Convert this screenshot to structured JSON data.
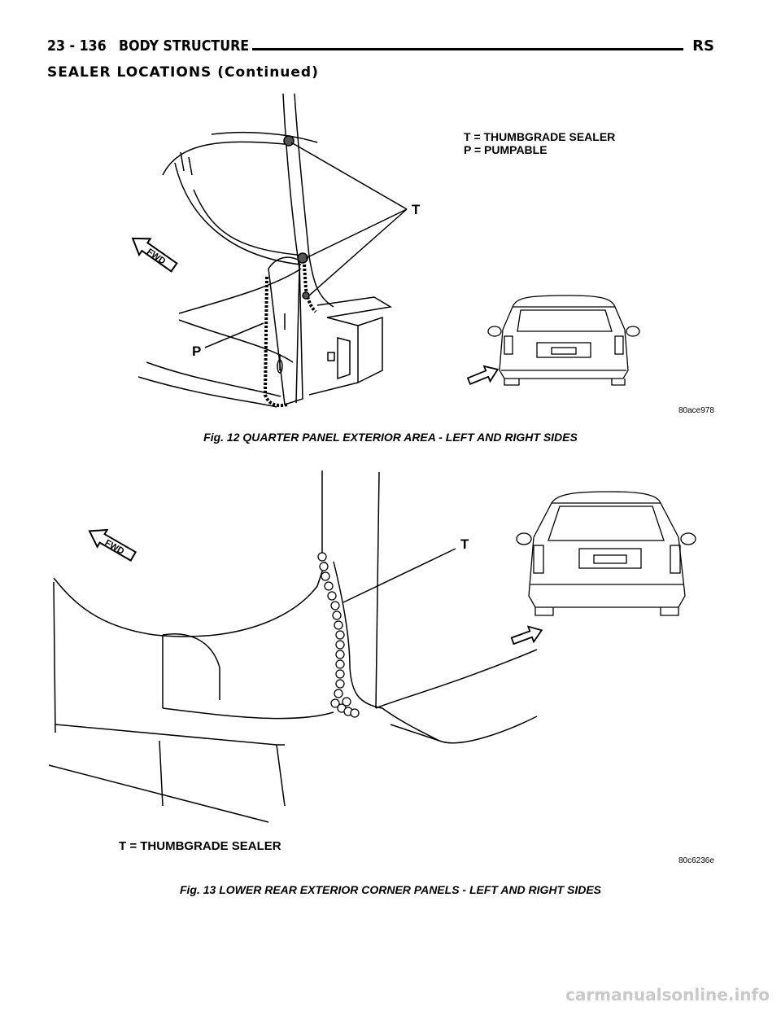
{
  "header": {
    "page_number": "23 - 136",
    "section_title": "BODY STRUCTURE",
    "section_code": "RS"
  },
  "subheading": "SEALER LOCATIONS (Continued)",
  "figure12": {
    "legend_line1": "T = THUMBGRADE SEALER",
    "legend_line2": "P = PUMPABLE",
    "label_t": "T",
    "label_p": "P",
    "fwd_label": "FWD",
    "image_code": "80ace978",
    "caption": "Fig. 12 QUARTER PANEL EXTERIOR AREA - LEFT AND RIGHT SIDES"
  },
  "figure13": {
    "legend": "T = THUMBGRADE SEALER",
    "label_t": "T",
    "fwd_label": "FWD",
    "image_code": "80c6236e",
    "caption": "Fig. 13 LOWER REAR EXTERIOR CORNER PANELS - LEFT AND RIGHT SIDES"
  },
  "watermark": "carmanualsonline.info"
}
